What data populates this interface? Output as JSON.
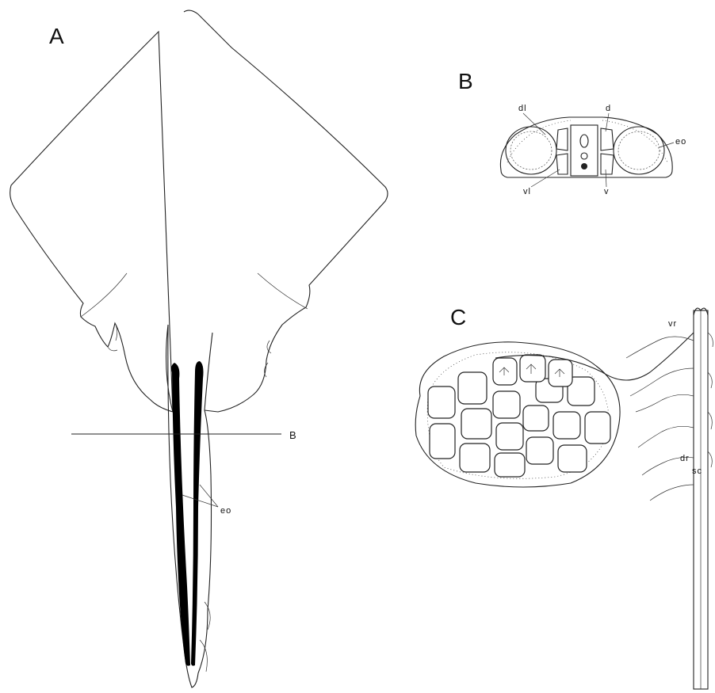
{
  "panels": {
    "a": {
      "label": "A",
      "section_marker": "B",
      "organ_label": "eo"
    },
    "b": {
      "label": "B",
      "labels": {
        "dl": "dl",
        "d": "d",
        "eo": "eo",
        "vl": "vl",
        "v": "v"
      }
    },
    "c": {
      "label": "C",
      "labels": {
        "vr": "vr",
        "dr": "dr",
        "sc": "sc"
      }
    }
  },
  "colors": {
    "line": "#222222",
    "organ_fill": "#000000",
    "background": "#ffffff"
  }
}
